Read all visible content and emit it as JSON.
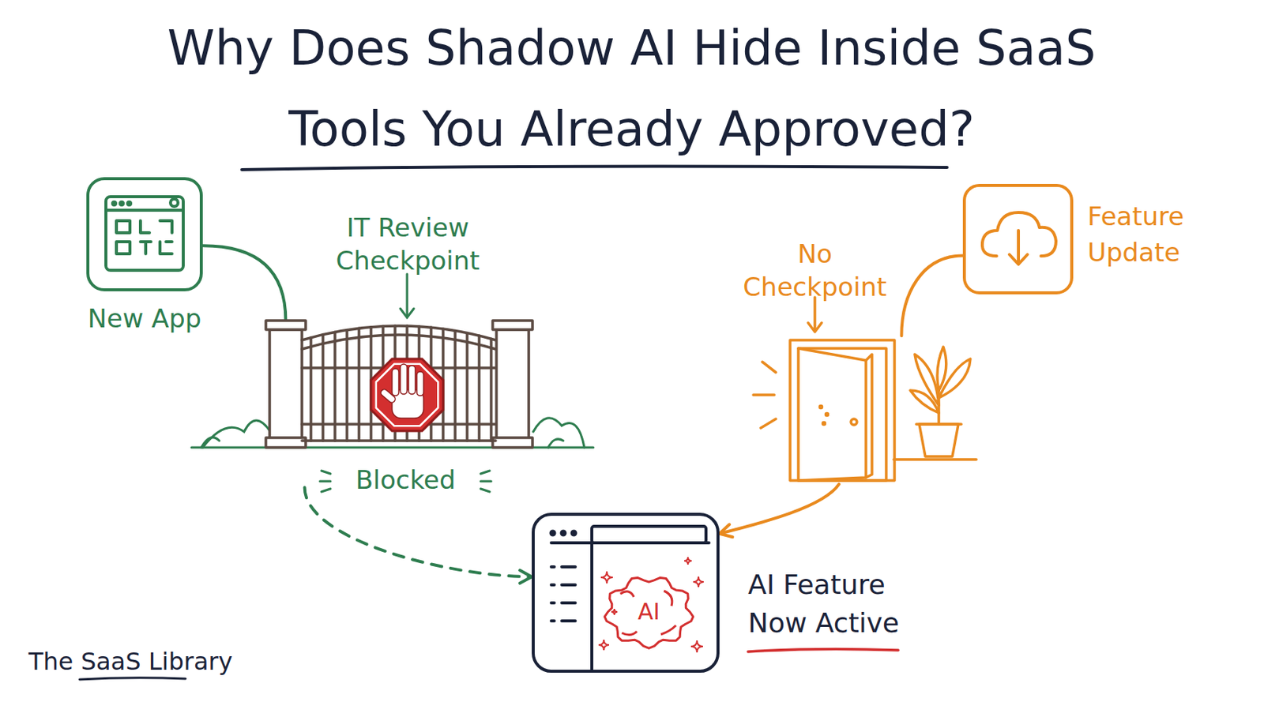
{
  "diagram": {
    "title": "Why Does Shadow AI Hide Inside SaaS Tools You Already Approved?",
    "nodes": [
      {
        "text": [
          "New App"
        ]
      },
      {
        "text": [
          "IT Review Checkpoint",
          "Blocked"
        ]
      },
      {
        "text": [
          "No Checkpoint"
        ]
      },
      {
        "text": [
          "Feature Update"
        ]
      },
      {
        "text": [
          "AI",
          "AI Feature Now Active"
        ]
      }
    ],
    "edges": [
      {
        "from": 0,
        "to": 1,
        "arrow": "none"
      },
      {
        "from": 1,
        "to": 4,
        "arrow": "to"
      },
      {
        "from": 3,
        "to": 2,
        "arrow": "none"
      },
      {
        "from": 2,
        "to": 4,
        "arrow": "to"
      }
    ],
    "labels": [
      "The SaaS Library"
    ]
  }
}
